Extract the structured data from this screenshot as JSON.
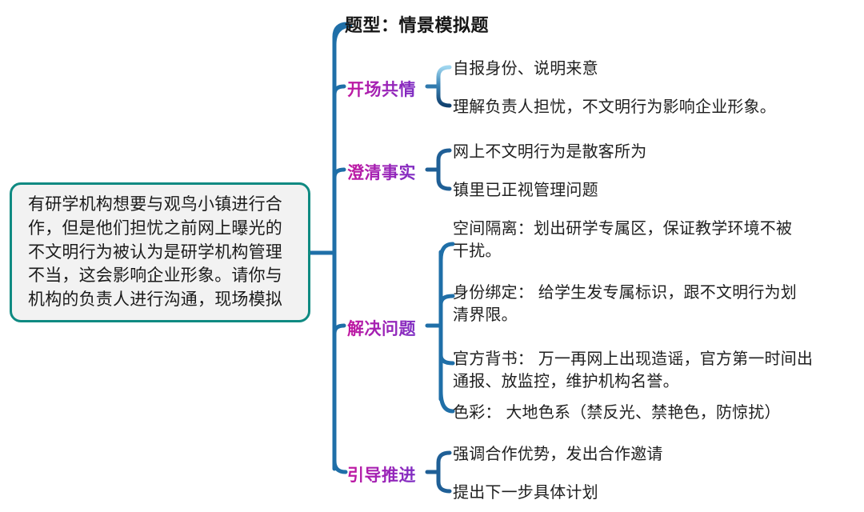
{
  "diagram": {
    "kind": "mind-map",
    "colors": {
      "root_border": "#0f8a82",
      "root_fill": "#f2f2f2",
      "trunk_line": "#1f6fa8",
      "subline_dark": "#17568c",
      "subline_light": "#7fc6e8",
      "branch_label_start": "#c4179e",
      "branch_label_end": "#7c2fc4",
      "text": "#1f1f1f",
      "title": "#161616",
      "background": "#ffffff"
    },
    "root": {
      "text": "有研学机构想要与观鸟小镇进行合作，但是他们担忧之前网上曝光的不文明行为被认为是研学机构管理不当，这会影响企业形象。请你与机构的负责人进行沟通，现场模拟"
    },
    "title": "题型：情景模拟题",
    "branches": [
      {
        "label": "开场共情",
        "children": [
          "自报身份、说明来意",
          "理解负责人担忧，不文明行为影响企业形象。"
        ]
      },
      {
        "label": "澄清事实",
        "children": [
          "网上不文明行为是散客所为",
          "镇里已正视管理问题"
        ]
      },
      {
        "label": "解决问题",
        "children": [
          "空间隔离：划出研学专属区，保证教学环境不被\n干扰。",
          "身份绑定： 给学生发专属标识，跟不文明行为划\n清界限。",
          "官方背书： 万一再网上出现造谣，官方第一时间出\n通报、放监控，维护机构名誉。",
          "色彩： 大地色系（禁反光、禁艳色，防惊扰）"
        ]
      },
      {
        "label": "引导推进",
        "children": [
          "强调合作优势，发出合作邀请",
          "提出下一步具体计划"
        ]
      }
    ]
  }
}
